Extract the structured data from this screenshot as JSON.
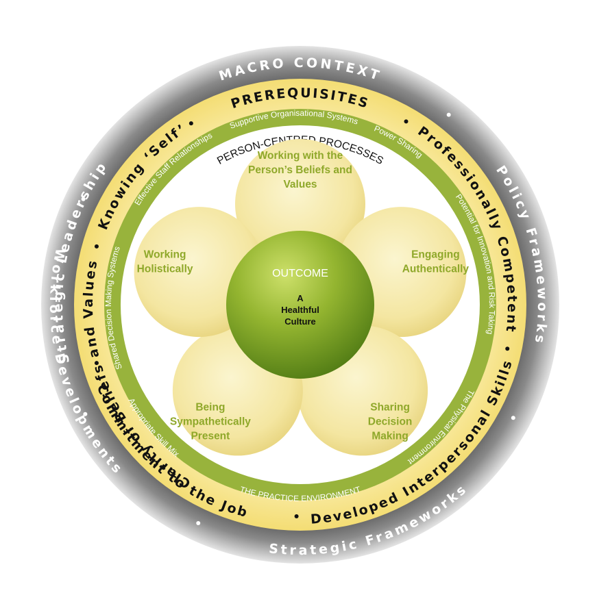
{
  "macro_ring": {
    "title": "MACRO CONTEXT",
    "right_items": [
      "Policy Frameworks",
      "Strategic Frameworks"
    ],
    "left_items": [
      "Strategic Leadership",
      "Workforce Developments"
    ]
  },
  "prerequisites_ring": {
    "title": "PREREQUISITES",
    "right_items": [
      "Professionally Competent",
      "Developed Interpersonal Skills"
    ],
    "left_items": [
      "Knowing ‘Self’",
      "Clarity of Beliefs and Values",
      "Commitment to the Job"
    ]
  },
  "environment_ring": {
    "right_items": [
      "Supportive Organisational Systems",
      "Power Sharing",
      "Potential for Innovation and Risk Taking",
      "The Physical Environment"
    ],
    "left_items": [
      "Effective Staff Relationships",
      "Shared Decision Making Systems",
      "Appropriate Skill Mix"
    ],
    "bottom_label": "THE PRACTICE ENVIRONMENT"
  },
  "processes": {
    "title": "PERSON-CENTRED PROCESSES",
    "petals": [
      {
        "lines": [
          "Working with the",
          "Person’s Beliefs and",
          "Values"
        ]
      },
      {
        "lines": [
          "Engaging",
          "Authentically"
        ]
      },
      {
        "lines": [
          "Sharing",
          "Decision",
          "Making"
        ]
      },
      {
        "lines": [
          "Being",
          "Sympathetically",
          "Present"
        ]
      },
      {
        "lines": [
          "Working",
          "Holistically"
        ]
      }
    ]
  },
  "outcome": {
    "title": "OUTCOME",
    "lines": [
      "A",
      "Healthful",
      "Culture"
    ]
  },
  "colors": {
    "outer_ring": "#5a5a5a",
    "prereq_ring": "#f7e79a",
    "environment_ring": "#98b33c",
    "petal_fill": "#f5eaa8",
    "petal_text": "#8fa82a",
    "center": "#8cb02c"
  }
}
